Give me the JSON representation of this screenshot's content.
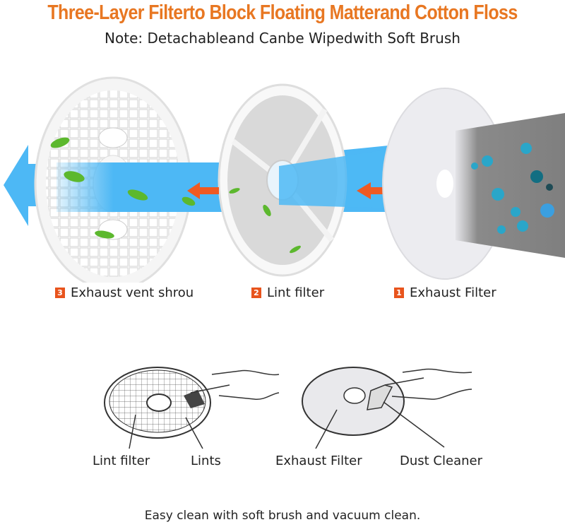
{
  "header": {
    "title": "Three-Layer Filterto Block Floating Matterand Cotton Floss",
    "subtitle": "Note: Detachableand Canbe Wipedwith Soft Brush"
  },
  "layers": [
    {
      "number": "3",
      "label": "Exhaust vent shrou"
    },
    {
      "number": "2",
      "label": "Lint filter"
    },
    {
      "number": "1",
      "label": "Exhaust Filter"
    }
  ],
  "cleaning": {
    "labels": [
      "Lint filter",
      "Lints",
      "Exhaust Filter",
      "Dust Cleaner"
    ]
  },
  "footer": "Easy clean with soft brush and vacuum clean.",
  "colors": {
    "title": "#e87722",
    "badge": "#e8541d",
    "airflow": "#4db8f5",
    "arrow": "#f05a22"
  }
}
